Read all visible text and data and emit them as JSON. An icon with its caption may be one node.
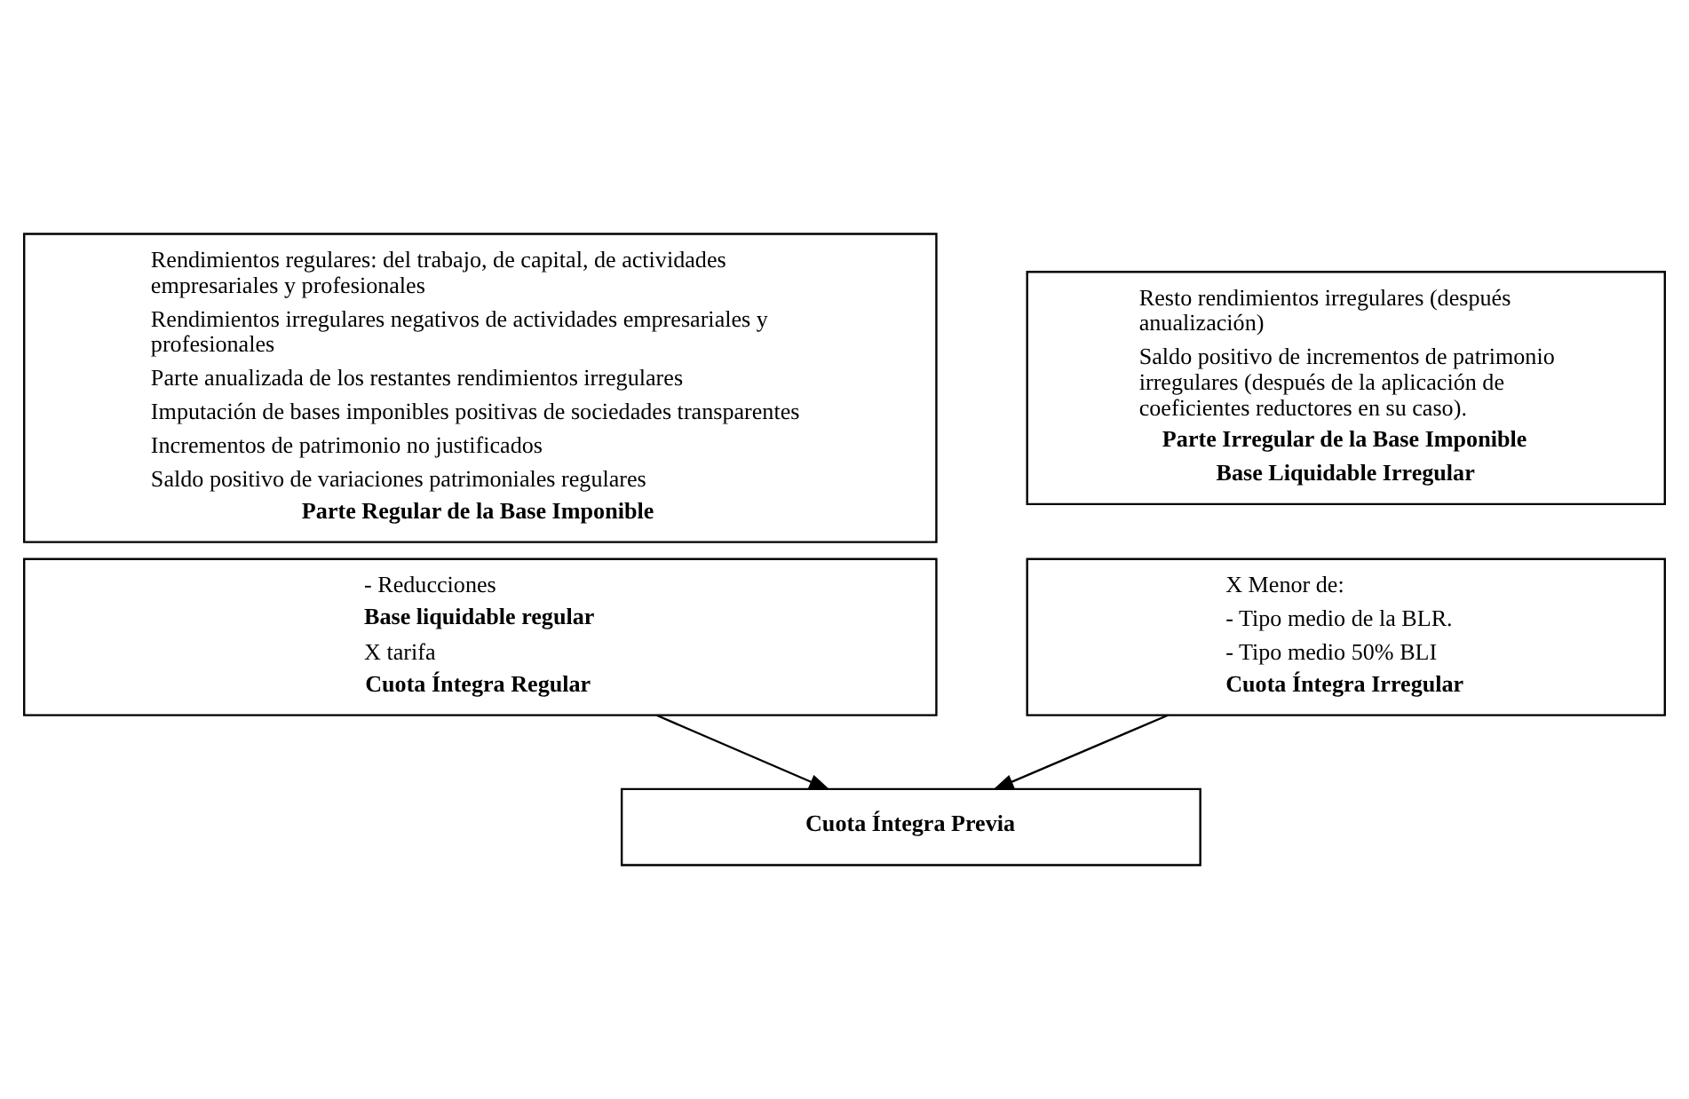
{
  "diagram": {
    "nodes": [
      {
        "text": [
          "Rendimientos regulares: del trabajo, de capital, de actividades empresariales y profesionales",
          "Rendimientos irregulares negativos de actividades empresariales y profesionales",
          "Parte anualizada de los restantes rendimientos irregulares",
          "Imputación de bases imponibles positivas de sociedades transparentes",
          "Incrementos de patrimonio no justificados",
          "Saldo positivo de variaciones patrimoniales regulares",
          "Parte Regular de la Base Imponible"
        ]
      },
      {
        "text": [
          "- Reducciones",
          "Base liquidable regular",
          "X tarifa",
          "Cuota Íntegra Regular"
        ]
      },
      {
        "text": [
          "Resto rendimientos irregulares (después anualización)",
          "Saldo positivo de incrementos de patrimonio irregulares (después de la aplicación de coeficientes reductores en su caso).",
          "Parte Irregular de la Base Imponible",
          "Base Liquidable Irregular"
        ]
      },
      {
        "text": [
          "X Menor de:",
          "- Tipo medio de la BLR.",
          "- Tipo medio 50% BLI",
          "Cuota Íntegra Irregular"
        ]
      },
      {
        "text": [
          "Cuota Íntegra Previa"
        ]
      }
    ],
    "edges": [
      {
        "from": 1,
        "to": 4,
        "arrow": "to"
      },
      {
        "from": 3,
        "to": 4,
        "arrow": "to"
      }
    ]
  }
}
